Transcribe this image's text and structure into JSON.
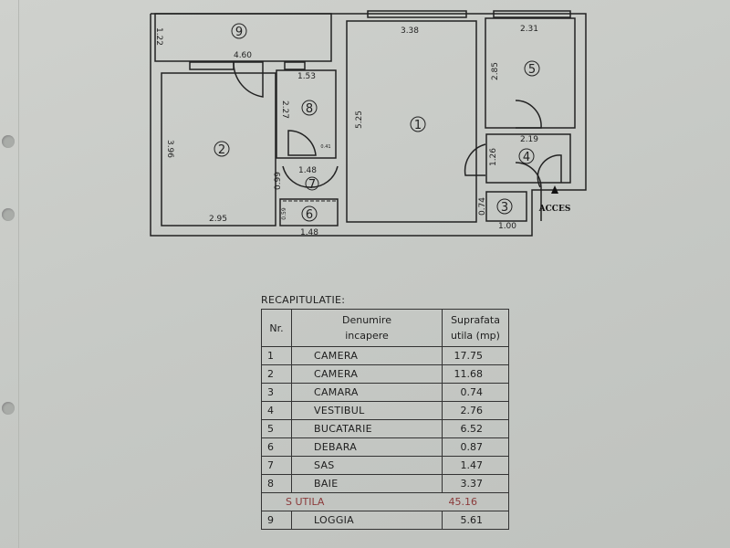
{
  "floor_plan": {
    "rooms": [
      "1",
      "2",
      "3",
      "4",
      "5",
      "6",
      "7",
      "8",
      "9"
    ],
    "dimensions": {
      "r9_height": "1.22",
      "r9_width": "4.60",
      "r2_height": "3.96",
      "r2_width": "2.95",
      "r8_width": "1.53",
      "r8_height": "2.27",
      "r8_small": "0.41",
      "r7_width": "1.48",
      "r7_height": "0.99",
      "r6_width": "1.48",
      "r6_height": "0.59",
      "r1_width": "3.38",
      "r1_height": "5.25",
      "r5_width": "2.31",
      "r5_height": "2.85",
      "r4_width": "2.19",
      "r4_height": "1.26",
      "r3_width": "1.00",
      "r3_height": "0.74"
    },
    "entrance_label": "ACCES"
  },
  "recap": {
    "title": "RECAPITULATIE:",
    "headers": {
      "nr": "Nr.",
      "name_1": "Denumire",
      "name_2": "incapere",
      "area_1": "Suprafata",
      "area_2": "utila (mp)"
    },
    "rows": [
      {
        "nr": "1",
        "name": "CAMERA",
        "area": "17.75"
      },
      {
        "nr": "2",
        "name": "CAMERA",
        "area": "11.68"
      },
      {
        "nr": "3",
        "name": "CAMARA",
        "area": "0.74"
      },
      {
        "nr": "4",
        "name": "VESTIBUL",
        "area": "2.76"
      },
      {
        "nr": "5",
        "name": "BUCATARIE",
        "area": "6.52"
      },
      {
        "nr": "6",
        "name": "DEBARA",
        "area": "0.87"
      },
      {
        "nr": "7",
        "name": "SAS",
        "area": "1.47"
      },
      {
        "nr": "8",
        "name": "BAIE",
        "area": "3.37"
      }
    ],
    "total": {
      "label": "S UTILA",
      "value": "45.16"
    },
    "extra_rows": [
      {
        "nr": "9",
        "name": "LOGGIA",
        "area": "5.61"
      }
    ],
    "total_color": "#8b3a3a"
  }
}
